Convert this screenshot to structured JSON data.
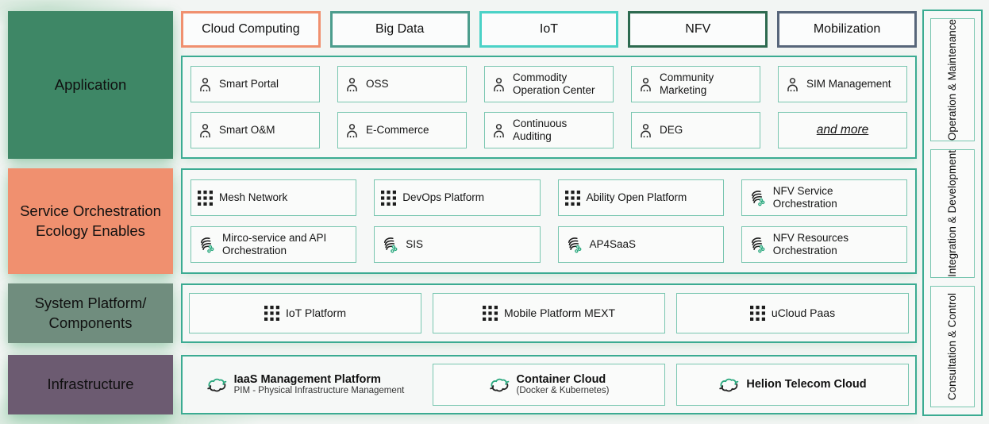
{
  "layers": [
    {
      "label": "Application",
      "color": "#3E8766"
    },
    {
      "label": "Service Orchestration Ecology Enables",
      "color": "#F0906F"
    },
    {
      "label": "System Platform/ Components",
      "color": "#708D7E"
    },
    {
      "label": "Infrastructure",
      "color": "#6C5B71"
    }
  ],
  "tech_domains": [
    {
      "label": "Cloud Computing",
      "border_color": "#F0906F"
    },
    {
      "label": "Big Data",
      "border_color": "#4C9D8D"
    },
    {
      "label": "IoT",
      "border_color": "#4BD2C7"
    },
    {
      "label": "NFV",
      "border_color": "#2D6A4F"
    },
    {
      "label": "Mobilization",
      "border_color": "#57667A"
    }
  ],
  "application": {
    "items": [
      {
        "icon": "person-icon",
        "label": "Smart Portal"
      },
      {
        "icon": "person-icon",
        "label": "OSS"
      },
      {
        "icon": "person-icon",
        "label": "Commodity Operation Center"
      },
      {
        "icon": "person-icon",
        "label": "Community Marketing"
      },
      {
        "icon": "person-icon",
        "label": "SIM Management"
      },
      {
        "icon": "person-icon",
        "label": "Smart O&M"
      },
      {
        "icon": "person-icon",
        "label": "E-Commerce"
      },
      {
        "icon": "person-icon",
        "label": "Continuous Auditing"
      },
      {
        "icon": "person-icon",
        "label": "DEG"
      },
      {
        "icon": "none",
        "label": "and more",
        "variant": "more"
      }
    ]
  },
  "service": {
    "items": [
      {
        "icon": "grid-icon",
        "label": "Mesh Network"
      },
      {
        "icon": "grid-icon",
        "label": "DevOps Platform"
      },
      {
        "icon": "grid-icon",
        "label": "Ability Open Platform"
      },
      {
        "icon": "orchestration-icon",
        "label": "NFV Service Orchestration"
      },
      {
        "icon": "orchestration-icon",
        "label": "Mirco-service and API Orchestration"
      },
      {
        "icon": "orchestration-icon",
        "label": "SIS"
      },
      {
        "icon": "orchestration-icon",
        "label": "AP4SaaS"
      },
      {
        "icon": "orchestration-icon",
        "label": "NFV Resources Orchestration"
      }
    ]
  },
  "system": {
    "items": [
      {
        "icon": "grid-icon",
        "label": "IoT Platform"
      },
      {
        "icon": "grid-icon",
        "label": "Mobile Platform MEXT"
      },
      {
        "icon": "grid-icon",
        "label": "uCloud Paas"
      }
    ]
  },
  "infrastructure": {
    "items": [
      {
        "icon": "cloud-sync-icon",
        "label": "IaaS Management Platform",
        "sublabel": "PIM - Physical Infrastructure Management",
        "boxed": false
      },
      {
        "icon": "cloud-sync-icon",
        "label": "Container Cloud",
        "sublabel": "(Docker & Kubernetes)",
        "boxed": true
      },
      {
        "icon": "cloud-sync-icon",
        "label": "Helion Telecom Cloud",
        "sublabel": "",
        "boxed": true
      }
    ]
  },
  "right_rail": {
    "items": [
      {
        "label": "Operation & Maintenance"
      },
      {
        "label": "Integration & Development"
      },
      {
        "label": "Consultation & Control"
      }
    ]
  },
  "colors": {
    "container_border": "#3BAB92",
    "item_border": "#79C6B0",
    "accent_green": "#2aa87e",
    "background": "#f2f5f3"
  }
}
